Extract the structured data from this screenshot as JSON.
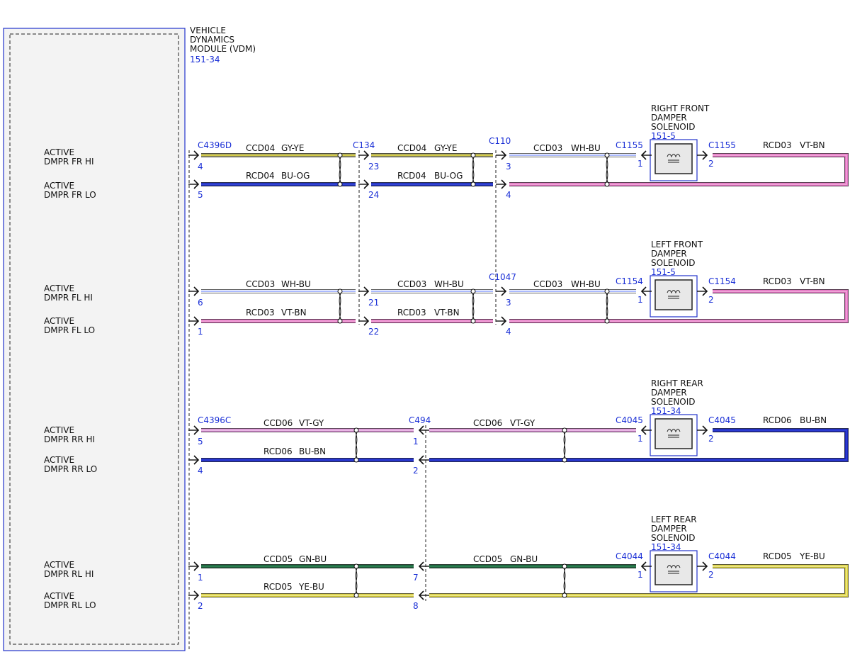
{
  "module": {
    "name_lines": [
      "VEHICLE",
      "DYNAMICS",
      "MODULE (VDM)"
    ],
    "ref": "151-34"
  },
  "signals": [
    {
      "lines": [
        "ACTIVE",
        "DMPR FR HI"
      ]
    },
    {
      "lines": [
        "ACTIVE",
        "DMPR FR LO"
      ]
    },
    {
      "lines": [
        "ACTIVE",
        "DMPR FL HI"
      ]
    },
    {
      "lines": [
        "ACTIVE",
        "DMPR FL LO"
      ]
    },
    {
      "lines": [
        "ACTIVE",
        "DMPR RR HI"
      ]
    },
    {
      "lines": [
        "ACTIVE",
        "DMPR RR LO"
      ]
    },
    {
      "lines": [
        "ACTIVE",
        "DMPR RL HI"
      ]
    },
    {
      "lines": [
        "ACTIVE",
        "DMPR RL LO"
      ]
    }
  ],
  "solenoids": [
    {
      "name_lines": [
        "RIGHT FRONT",
        "DAMPER",
        "SOLENOID"
      ],
      "ref": "151-5",
      "conn": "C1155",
      "pin_in": "1",
      "pin_out": "2",
      "out_circuit": "RCD03",
      "out_color": "VT-BN"
    },
    {
      "name_lines": [
        "LEFT FRONT",
        "DAMPER",
        "SOLENOID"
      ],
      "ref": "151-5",
      "conn": "C1154",
      "pin_in": "1",
      "pin_out": "2",
      "out_circuit": "RCD03",
      "out_color": "VT-BN"
    },
    {
      "name_lines": [
        "RIGHT REAR",
        "DAMPER",
        "SOLENOID"
      ],
      "ref": "151-34",
      "conn": "C4045",
      "pin_in": "1",
      "pin_out": "2",
      "out_circuit": "RCD06",
      "out_color": "BU-BN"
    },
    {
      "name_lines": [
        "LEFT REAR",
        "DAMPER",
        "SOLENOID"
      ],
      "ref": "151-34",
      "conn": "C4044",
      "pin_in": "1",
      "pin_out": "2",
      "out_circuit": "RCD05",
      "out_color": "YE-BU"
    }
  ],
  "front_groups": [
    {
      "c1": "C4396D",
      "c2": "C134",
      "c3": "C110",
      "hi": {
        "p1": "4",
        "p2": "23",
        "p3": "3",
        "s1": [
          "CCD04",
          "GY-YE"
        ],
        "s2": [
          "CCD04",
          "GY-YE"
        ],
        "s3": [
          "CCD03",
          "WH-BU"
        ]
      },
      "lo": {
        "p1": "5",
        "p2": "24",
        "p3": "4",
        "s1": [
          "RCD04",
          "BU-OG"
        ],
        "s2": [
          "RCD04",
          "BU-OG"
        ]
      }
    },
    {
      "c1": "",
      "c2": "",
      "c3": "C1047",
      "hi": {
        "p1": "6",
        "p2": "21",
        "p3": "3",
        "s1": [
          "CCD03",
          "WH-BU"
        ],
        "s2": [
          "CCD03",
          "WH-BU"
        ],
        "s3": [
          "CCD03",
          "WH-BU"
        ]
      },
      "lo": {
        "p1": "1",
        "p2": "22",
        "p3": "4",
        "s1": [
          "RCD03",
          "VT-BN"
        ],
        "s2": [
          "RCD03",
          "VT-BN"
        ]
      }
    }
  ],
  "rear_groups": [
    {
      "c1": "C4396C",
      "c2": "C494",
      "hi": {
        "p1": "5",
        "p2": "1",
        "s1": [
          "CCD06",
          "VT-GY"
        ],
        "s2": [
          "CCD06",
          "VT-GY"
        ]
      },
      "lo": {
        "p1": "4",
        "p2": "2",
        "s1": [
          "RCD06",
          "BU-BN"
        ]
      }
    },
    {
      "c1": "",
      "c2": "",
      "hi": {
        "p1": "1",
        "p2": "7",
        "s1": [
          "CCD05",
          "GN-BU"
        ],
        "s2": [
          "CCD05",
          "GN-BU"
        ]
      },
      "lo": {
        "p1": "2",
        "p2": "8",
        "s1": [
          "RCD05",
          "YE-BU"
        ]
      }
    }
  ],
  "wire_colors": {
    "GY-YE": [
      "#9a9a6a",
      "#e6d93c"
    ],
    "BU-OG": [
      "#1f2fb8",
      "#3a4be0"
    ],
    "WH-BU": [
      "#ffffff",
      "#8fa3ff"
    ],
    "VT-BN": [
      "#e070c0",
      "#f5b0dd"
    ],
    "VT-GY": [
      "#d58ad0",
      "#f1c6ee"
    ],
    "BU-BN": [
      "#1a25b5",
      "#3344dd"
    ],
    "GN-BU": [
      "#1d5e3a",
      "#2f8a58"
    ],
    "YE-BU": [
      "#d6cc3a",
      "#f4ef9c"
    ]
  }
}
